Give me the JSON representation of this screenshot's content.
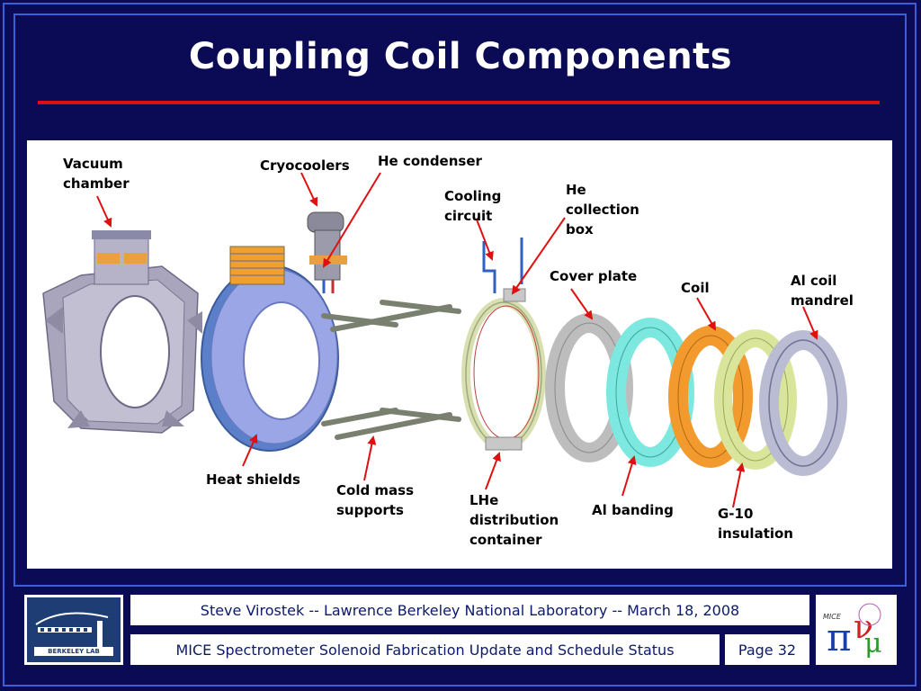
{
  "slide": {
    "title": "Coupling Coil Components"
  },
  "labels": {
    "vacuum_chamber": "Vacuum\nchamber",
    "cryocoolers": "Cryocoolers",
    "he_condenser": "He condenser",
    "cooling_circuit": "Cooling\ncircuit",
    "he_collection_box": "He\ncollection\nbox",
    "cover_plate": "Cover plate",
    "coil": "Coil",
    "al_coil_mandrel": "Al coil\nmandrel",
    "heat_shields": "Heat shields",
    "cold_mass_supports": "Cold mass\nsupports",
    "lhe_distribution_container": "LHe\ndistribution\ncontainer",
    "al_banding": "Al banding",
    "g10_insulation": "G-10\ninsulation"
  },
  "footer": {
    "author_line": "Steve Virostek  --  Lawrence Berkeley National Laboratory  --  March 18, 2008",
    "talk_title": "MICE Spectrometer Solenoid Fabrication Update and Schedule Status",
    "page": "Page 32",
    "left_logo_text": "BERKELEY LAB",
    "right_logo_text": "MICE"
  },
  "colors": {
    "background": "#0a0a55",
    "frame": "#3a5fd8",
    "title_rule": "#dd1010",
    "arrow": "#e01010",
    "footer_text": "#0b1a6b"
  }
}
